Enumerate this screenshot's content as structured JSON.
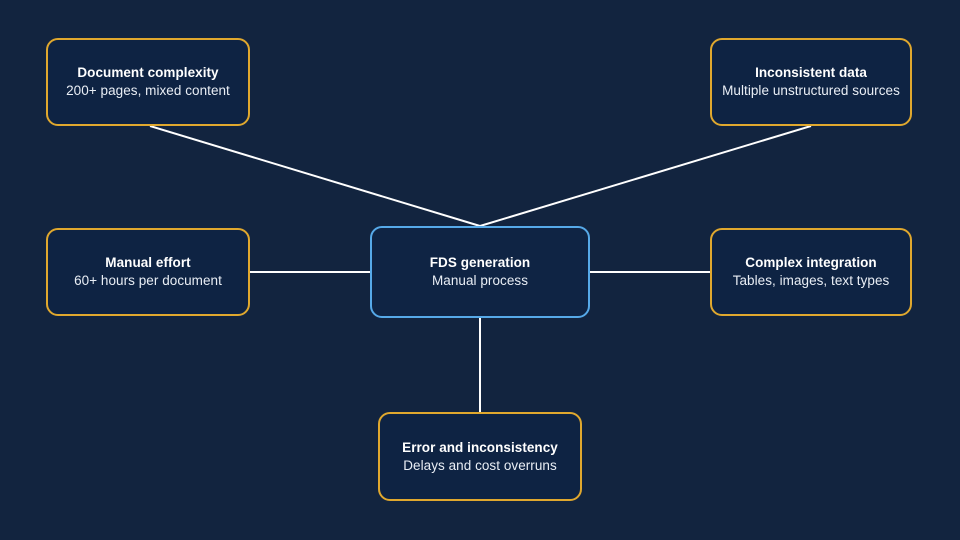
{
  "diagram": {
    "title_text": "",
    "background_color": "#12243f",
    "node_fill_color": "#0e2343",
    "node_border_color": "#e0a82e",
    "central_border_color": "#56a9e8",
    "edge_color": "#ffffff",
    "nodes": [
      {
        "id": "document-complexity",
        "title": "Document complexity",
        "subtitle": "200+ pages, mixed content",
        "role": "problem"
      },
      {
        "id": "inconsistent-data",
        "title": "Inconsistent data",
        "subtitle": "Multiple unstructured sources",
        "role": "problem"
      },
      {
        "id": "manual-effort",
        "title": "Manual effort",
        "subtitle": "60+ hours per document",
        "role": "problem"
      },
      {
        "id": "fds-generation",
        "title": "FDS generation",
        "subtitle": "Manual process",
        "role": "central"
      },
      {
        "id": "complex-integration",
        "title": "Complex integration",
        "subtitle": "Tables, images, text types",
        "role": "problem"
      },
      {
        "id": "error-inconsistency",
        "title": "Error and inconsistency",
        "subtitle": "Delays and cost overruns",
        "role": "problem"
      }
    ],
    "edges": [
      {
        "id": "edge-document-complexity-to-center",
        "from": "document-complexity",
        "to": "fds-generation"
      },
      {
        "id": "edge-inconsistent-data-to-center",
        "from": "inconsistent-data",
        "to": "fds-generation"
      },
      {
        "id": "edge-manual-effort-to-center",
        "from": "manual-effort",
        "to": "fds-generation"
      },
      {
        "id": "edge-complex-integration-to-center",
        "from": "complex-integration",
        "to": "fds-generation"
      },
      {
        "id": "edge-center-to-error-inconsistency",
        "from": "fds-generation",
        "to": "error-inconsistency"
      }
    ]
  }
}
